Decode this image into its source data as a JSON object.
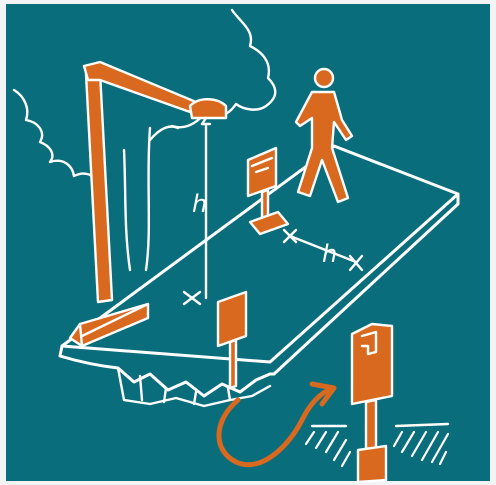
{
  "colors": {
    "background": "#0a6d7c",
    "accent": "#d8691e",
    "line": "#ffffff",
    "frame": "#f1f3f4"
  },
  "labels": {
    "height_vertical": "h",
    "height_horizontal": "h"
  },
  "elements": [
    "tree",
    "street-lamp",
    "walking-person",
    "parking-meter",
    "elevated-slab",
    "bollard-detail"
  ]
}
